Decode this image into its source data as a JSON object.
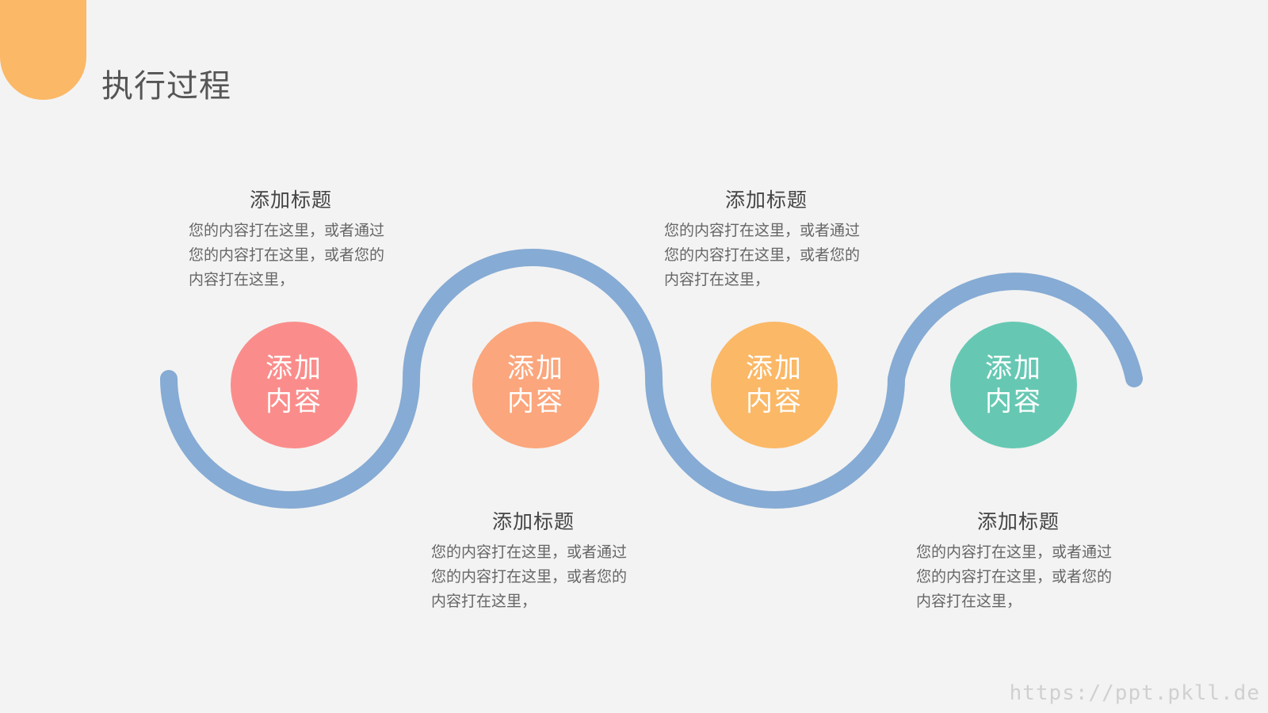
{
  "title": "执行过程",
  "colors": {
    "accent": "#fbb866",
    "wave": "#86abd4",
    "circles": [
      "#fa8d8b",
      "#fba67c",
      "#fbb866",
      "#66c8b3"
    ]
  },
  "steps": [
    {
      "circle_line1": "添加",
      "circle_line2": "内容",
      "heading": "添加标题",
      "body_line1": "您的内容打在这里，或者通过",
      "body_line2": "您的内容打在这里，或者您的",
      "body_line3": "内容打在这里，",
      "text_position": "top"
    },
    {
      "circle_line1": "添加",
      "circle_line2": "内容",
      "heading": "添加标题",
      "body_line1": "您的内容打在这里，或者通过",
      "body_line2": "您的内容打在这里，或者您的",
      "body_line3": "内容打在这里，",
      "text_position": "bottom"
    },
    {
      "circle_line1": "添加",
      "circle_line2": "内容",
      "heading": "添加标题",
      "body_line1": "您的内容打在这里，或者通过",
      "body_line2": "您的内容打在这里，或者您的",
      "body_line3": "内容打在这里，",
      "text_position": "top"
    },
    {
      "circle_line1": "添加",
      "circle_line2": "内容",
      "heading": "添加标题",
      "body_line1": "您的内容打在这里，或者通过",
      "body_line2": "您的内容打在这里，或者您的",
      "body_line3": "内容打在这里，",
      "text_position": "bottom"
    }
  ],
  "watermark": "https://ppt.pkll.de"
}
